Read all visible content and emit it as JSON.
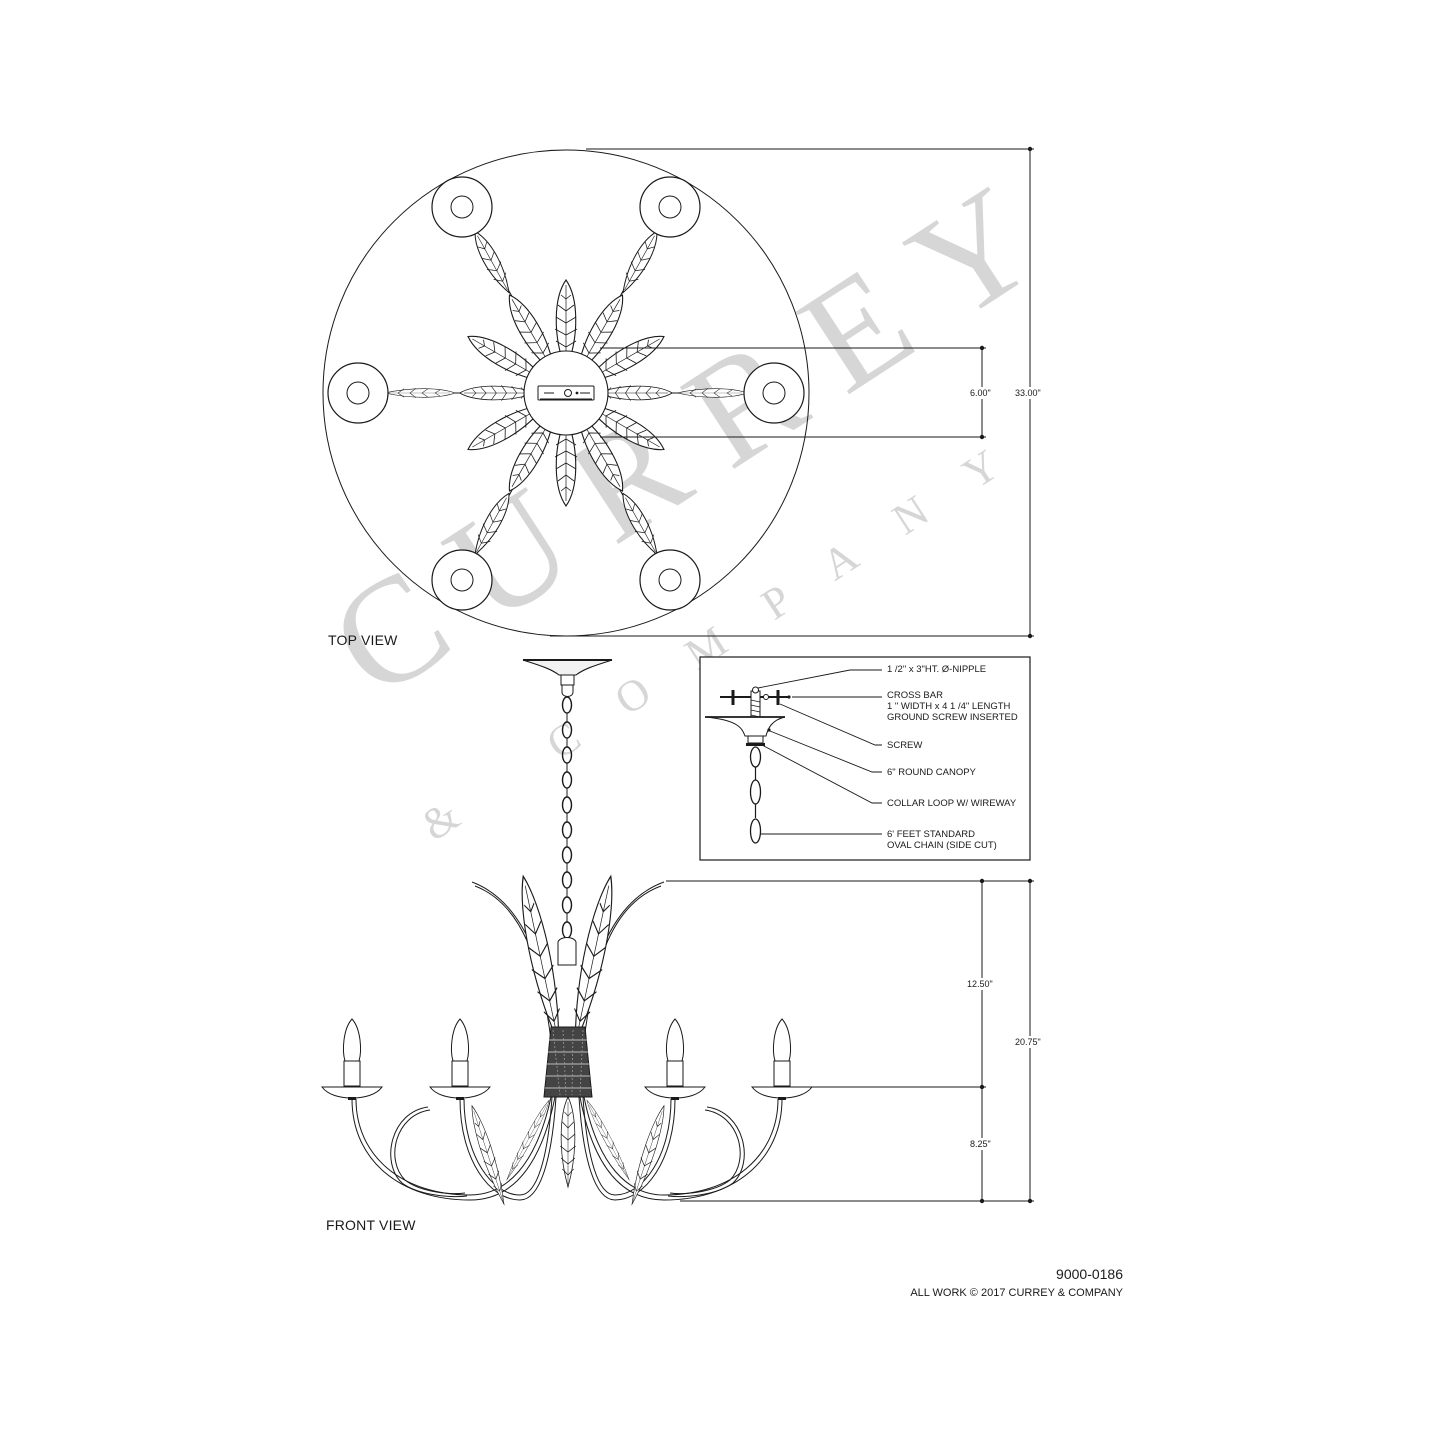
{
  "document": {
    "type": "technical drawing",
    "subject": "6-light feather chandelier"
  },
  "views": {
    "top": {
      "label": "TOP VIEW"
    },
    "front": {
      "label": "FRONT VIEW"
    }
  },
  "dimensions": {
    "overall_diameter": "33.00\"",
    "canopy_diameter": "6.00\"",
    "upper_height": "12.50\"",
    "lower_height": "8.25\"",
    "overall_height": "20.75\""
  },
  "detail_inset": {
    "callouts": [
      {
        "id": "nipple",
        "lines": [
          "1 /2\" x 3\"HT. Ø-NIPPLE"
        ]
      },
      {
        "id": "cross-bar",
        "lines": [
          "CROSS BAR",
          "1 \" WIDTH x 4 1 /4\" LENGTH",
          "GROUND SCREW INSERTED"
        ]
      },
      {
        "id": "screw",
        "lines": [
          "SCREW"
        ]
      },
      {
        "id": "canopy",
        "lines": [
          "6\" ROUND CANOPY"
        ]
      },
      {
        "id": "collar-loop",
        "lines": [
          "COLLAR LOOP W/ WIREWAY"
        ]
      },
      {
        "id": "chain",
        "lines": [
          "6' FEET STANDARD",
          "OVAL CHAIN (SIDE CUT)"
        ]
      }
    ]
  },
  "footer": {
    "item_number": "9000-0186",
    "copyright": "ALL WORK © 2017 CURREY & COMPANY"
  },
  "watermark": {
    "main": "CURREY",
    "sub": "& COMPANY"
  },
  "colors": {
    "line": "#1a1a1a",
    "watermark": "#d6d6d6",
    "background": "#ffffff"
  }
}
